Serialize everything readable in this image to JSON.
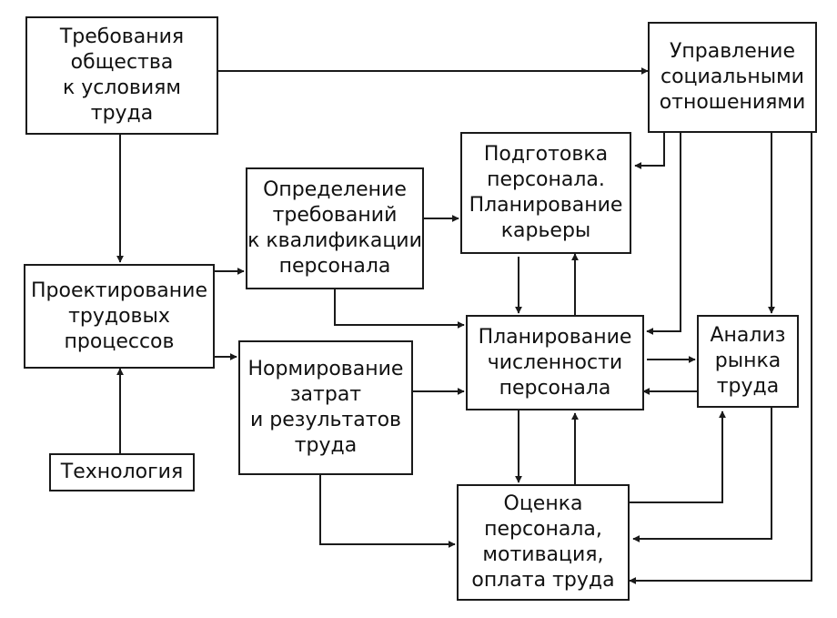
{
  "diagram": {
    "nodes": {
      "society": "Требования\nобщества\nк условиям\nтруда",
      "social": "Управление\nсоциальными\nотношениями",
      "training": "Подготовка\nперсонала.\nПланирование\nкарьеры",
      "qualification": "Определение\nтребований\nк квалификации\nперсонала",
      "design": "Проектирование\nтрудовых\nпроцессов",
      "planning": "Планирование\nчисленности\nперсонала",
      "market": "Анализ\nрынка\nтруда",
      "norming": "Нормирование\nзатрат\nи результатов\nтруда",
      "technology": "Технология",
      "evaluation": "Оценка\nперсонала,\nмотивация,\nоплата труда"
    },
    "edges": [
      {
        "from": "society",
        "to": "social"
      },
      {
        "from": "society",
        "to": "design"
      },
      {
        "from": "technology",
        "to": "design"
      },
      {
        "from": "design",
        "to": "qualification"
      },
      {
        "from": "design",
        "to": "norming"
      },
      {
        "from": "qualification",
        "to": "training"
      },
      {
        "from": "qualification",
        "to": "planning"
      },
      {
        "from": "social",
        "to": "training"
      },
      {
        "from": "social",
        "to": "planning"
      },
      {
        "from": "social",
        "to": "market"
      },
      {
        "from": "social",
        "to": "evaluation"
      },
      {
        "from": "training",
        "to": "planning"
      },
      {
        "from": "planning",
        "to": "training"
      },
      {
        "from": "planning",
        "to": "market"
      },
      {
        "from": "market",
        "to": "planning"
      },
      {
        "from": "norming",
        "to": "planning"
      },
      {
        "from": "norming",
        "to": "evaluation"
      },
      {
        "from": "planning",
        "to": "evaluation"
      },
      {
        "from": "evaluation",
        "to": "planning"
      },
      {
        "from": "evaluation",
        "to": "market"
      },
      {
        "from": "market",
        "to": "evaluation"
      }
    ],
    "colors": {
      "line": "#1a1a1a",
      "box_border": "#1a1a1a",
      "text": "#111111",
      "background": "#ffffff"
    }
  }
}
